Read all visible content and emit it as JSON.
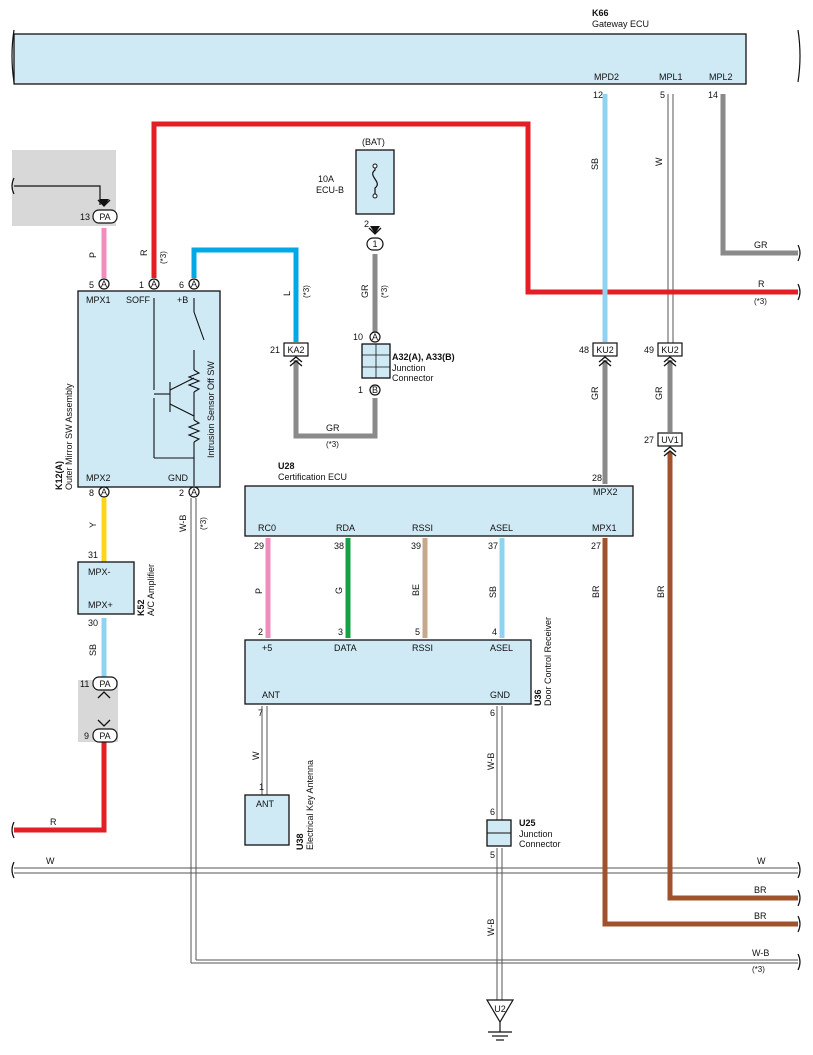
{
  "colors": {
    "red": "#e31e24",
    "pink": "#f08cbe",
    "blue": "#00a9e6",
    "lightblue": "#8fd3f0",
    "gray": "#8a8a8a",
    "yellow": "#ffd51c",
    "green": "#14a044",
    "tan": "#c8a88a",
    "brown": "#a0522d",
    "box_fill": "#cfe9f5"
  },
  "gateway_ecu": {
    "code": "K66",
    "name": "Gateway ECU",
    "pins": [
      {
        "num": "12",
        "name": "MPD2"
      },
      {
        "num": "5",
        "name": "MPL1"
      },
      {
        "num": "14",
        "name": "MPL2"
      }
    ]
  },
  "outer_mirror_sw": {
    "code": "K12(A)",
    "name": "Outer Mirror SW Assembly",
    "sub": "Intrusion Sensor Off SW",
    "pins": {
      "mpx1": "MPX1",
      "soff": "SOFF",
      "b": "+B",
      "mpx2": "MPX2",
      "gnd": "GND"
    },
    "pin_nums": {
      "mpx1": "5",
      "soff": "1",
      "b": "6",
      "mpx2": "8",
      "gnd": "2"
    },
    "connector": "A"
  },
  "pa_connector": {
    "code": "PA",
    "pin_top": "13",
    "pin_mid": "11",
    "pin_low": "9"
  },
  "fuse": {
    "supply": "(BAT)",
    "rating": "10A",
    "name": "ECU-B",
    "pin_out": "2",
    "conn": "1"
  },
  "junction_a32": {
    "code": "A32(A), A33(B)",
    "name": "Junction",
    "name2": "Connector",
    "pin_a": "10",
    "conn_a": "A",
    "pin_b": "1",
    "conn_b": "B"
  },
  "ac_amp": {
    "code": "K52",
    "name": "A/C Amplifier",
    "pin_minus": "MPX-",
    "pin_plus": "MPX+",
    "num_minus": "31",
    "num_plus": "30"
  },
  "cert_ecu": {
    "code": "U28",
    "name": "Certification ECU",
    "pins": [
      {
        "num": "29",
        "name": "RC0"
      },
      {
        "num": "38",
        "name": "RDA"
      },
      {
        "num": "39",
        "name": "RSSI"
      },
      {
        "num": "37",
        "name": "ASEL"
      },
      {
        "num": "27",
        "name": "MPX1"
      }
    ],
    "mpx2": "MPX2",
    "mpx2_num": "28"
  },
  "door_receiver": {
    "code": "U36",
    "name": "Door Control Receiver",
    "pins": [
      {
        "num": "2",
        "name": "+5"
      },
      {
        "num": "3",
        "name": "DATA"
      },
      {
        "num": "5",
        "name": "RSSI"
      },
      {
        "num": "4",
        "name": "ASEL"
      }
    ],
    "ant": "ANT",
    "ant_num": "7",
    "gnd": "GND",
    "gnd_num": "6"
  },
  "antenna": {
    "code": "U38",
    "name": "Electrical Key Antenna",
    "pin": "ANT",
    "num": "1"
  },
  "junction_u25": {
    "code": "U25",
    "name": "Junction",
    "name2": "Connector",
    "pin_top": "6",
    "pin_bot": "5"
  },
  "ground": {
    "code": "U2"
  },
  "inline": {
    "ka2": {
      "code": "KA2",
      "num": "21"
    },
    "ku2a": {
      "code": "KU2",
      "num": "48"
    },
    "ku2b": {
      "code": "KU2",
      "num": "49"
    },
    "uv1": {
      "code": "UV1",
      "num": "27"
    }
  },
  "wires": {
    "p": "P",
    "r": "R",
    "l": "L",
    "gr": "GR",
    "sb": "SB",
    "w": "W",
    "y": "Y",
    "wb": "W-B",
    "g": "G",
    "be": "BE",
    "br": "BR",
    "note": "(*3)"
  }
}
